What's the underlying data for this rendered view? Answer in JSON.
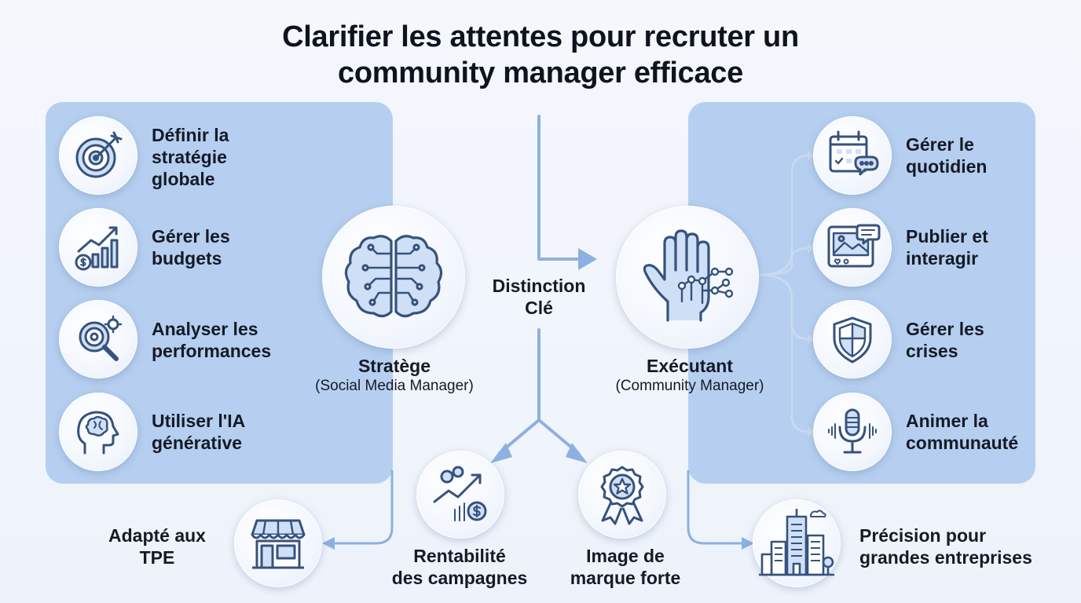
{
  "title_line1": "Clarifier les attentes pour recruter un",
  "title_line2": "community manager efficace",
  "left_items": [
    {
      "line1": "Définir la",
      "line2": "stratégie",
      "line3": "globale",
      "icon": "target-icon"
    },
    {
      "line1": "Gérer les",
      "line2": "budgets",
      "icon": "budget-chart-icon"
    },
    {
      "line1": "Analyser les",
      "line2": "performances",
      "icon": "analytics-magnifier-icon"
    },
    {
      "line1": "Utiliser l'IA",
      "line2": "générative",
      "icon": "ai-head-icon"
    }
  ],
  "strategist": {
    "title": "Stratège",
    "subtitle": "(Social Media Manager)",
    "icon": "brain-circuit-icon"
  },
  "center": {
    "line1": "Distinction",
    "line2": "Clé"
  },
  "executor": {
    "title": "Exécutant",
    "subtitle": "(Community Manager)",
    "icon": "digital-hand-icon"
  },
  "right_items": [
    {
      "line1": "Gérer le",
      "line2": "quotidien",
      "icon": "calendar-chat-icon"
    },
    {
      "line1": "Publier et",
      "line2": "interagir",
      "icon": "post-image-icon"
    },
    {
      "line1": "Gérer les",
      "line2": "crises",
      "icon": "shield-icon"
    },
    {
      "line1": "Animer la",
      "line2": "communauté",
      "icon": "microphone-icon"
    }
  ],
  "bottom": {
    "tpe": {
      "line1": "Adapté aux",
      "line2": "TPE",
      "icon": "shop-icon"
    },
    "rentabilite": {
      "line1": "Rentabilité",
      "line2": "des campagnes",
      "icon": "growth-dollar-icon"
    },
    "image": {
      "line1": "Image de",
      "line2": "marque forte",
      "icon": "award-badge-icon"
    },
    "grandes": {
      "line1": "Précision pour",
      "line2": "grandes entreprises",
      "icon": "city-buildings-icon"
    }
  },
  "colors": {
    "accent": "#8db0e0",
    "panel": "#b6cff0",
    "icon": "#36527e"
  }
}
